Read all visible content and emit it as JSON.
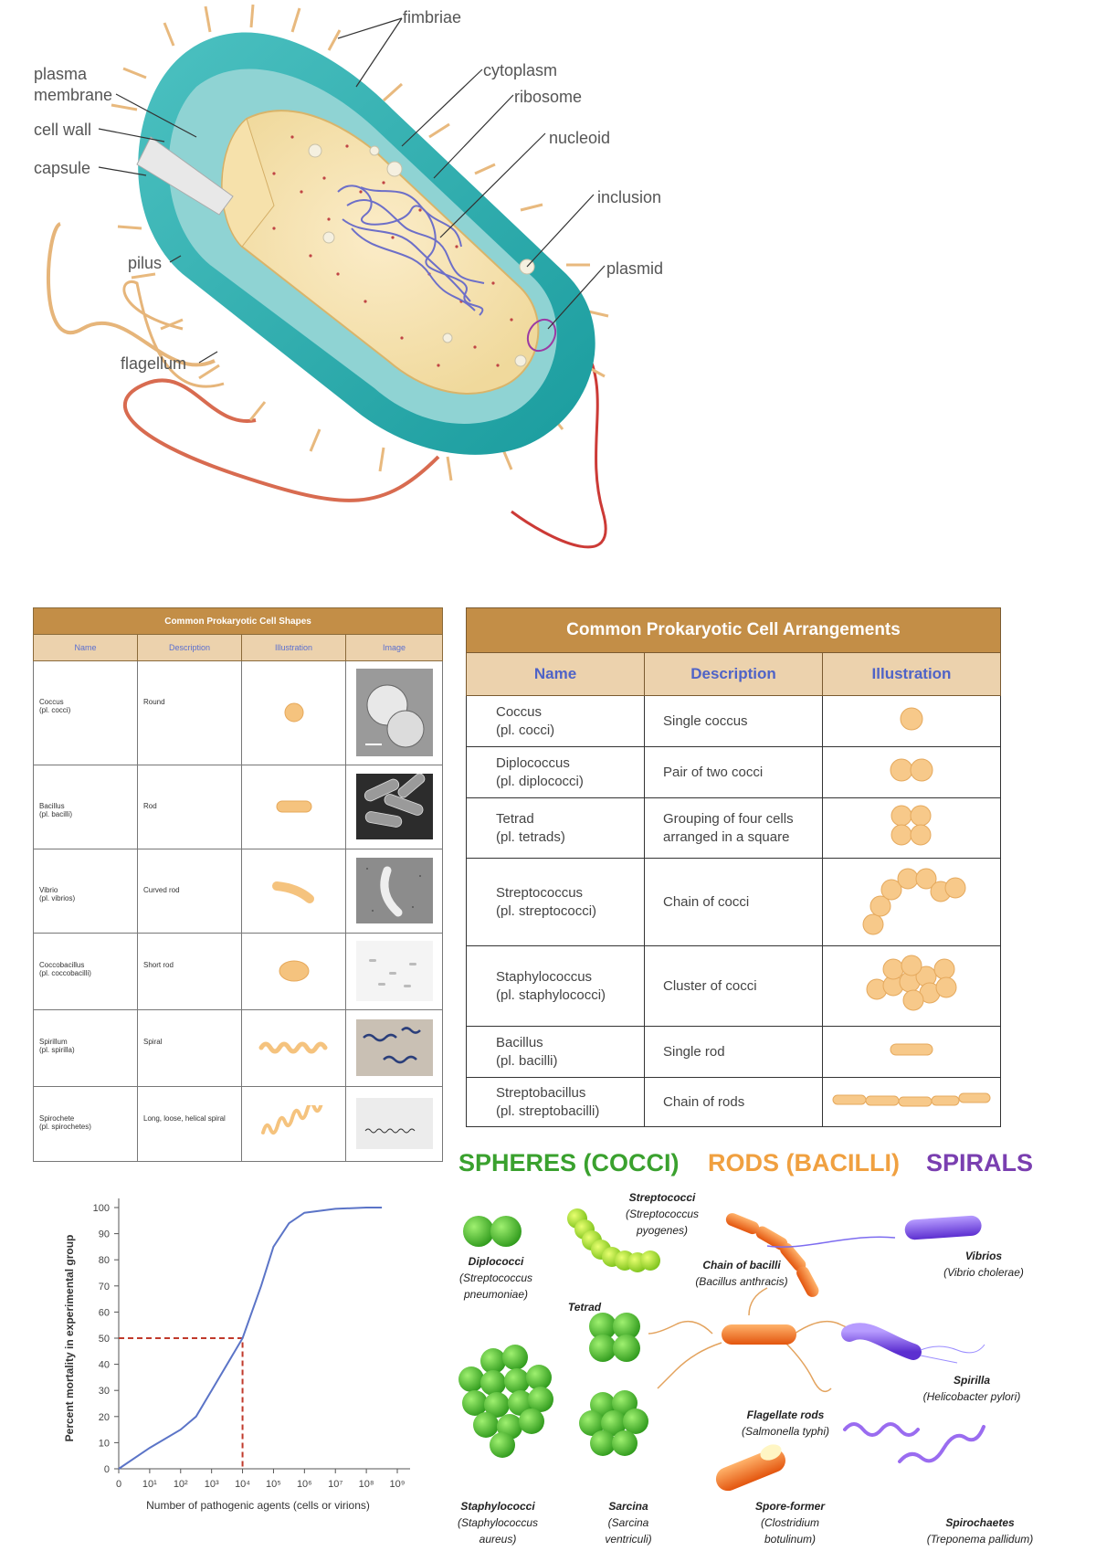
{
  "cell_diagram": {
    "labels": {
      "fimbriae": "fimbriae",
      "cytoplasm": "cytoplasm",
      "ribosome": "ribosome",
      "nucleoid": "nucleoid",
      "inclusion": "inclusion",
      "plasmid": "plasmid",
      "plasma_membrane_1": "plasma",
      "plasma_membrane_2": "membrane",
      "cell_wall": "cell wall",
      "capsule": "capsule",
      "pilus": "pilus",
      "flagellum": "flagellum"
    }
  },
  "shapes_table": {
    "title": "Common Prokaryotic Cell Shapes",
    "columns": [
      "Name",
      "Description",
      "Illustration",
      "Image"
    ],
    "rows": [
      {
        "name": "Coccus",
        "plural": "(pl. cocci)",
        "description": "Round"
      },
      {
        "name": "Bacillus",
        "plural": "(pl. bacilli)",
        "description": "Rod"
      },
      {
        "name": "Vibrio",
        "plural": "(pl. vibrios)",
        "description": "Curved rod"
      },
      {
        "name": "Coccobacillus",
        "plural": "(pl. coccobacilli)",
        "description": "Short rod"
      },
      {
        "name": "Spirillum",
        "plural": "(pl. spirilla)",
        "description": "Spiral"
      },
      {
        "name": "Spirochete",
        "plural": "(pl. spirochetes)",
        "description": "Long, loose, helical spiral"
      }
    ]
  },
  "arrangements_table": {
    "title": "Common Prokaryotic Cell Arrangements",
    "columns": [
      "Name",
      "Description",
      "Illustration"
    ],
    "rows": [
      {
        "name": "Coccus",
        "plural": "(pl. cocci)",
        "description": "Single coccus"
      },
      {
        "name": "Diplococcus",
        "plural": "(pl. diplococci)",
        "description": "Pair of two cocci"
      },
      {
        "name": "Tetrad",
        "plural": "(pl. tetrads)",
        "description": "Grouping of four cells arranged in a square"
      },
      {
        "name": "Streptococcus",
        "plural": "(pl. streptococci)",
        "description": "Chain of cocci"
      },
      {
        "name": "Staphylococcus",
        "plural": "(pl. staphylococci)",
        "description": "Cluster of cocci"
      },
      {
        "name": "Bacillus",
        "plural": "(pl. bacilli)",
        "description": "Single rod"
      },
      {
        "name": "Streptobacillus",
        "plural": "(pl. streptobacilli)",
        "description": "Chain of rods"
      }
    ]
  },
  "chart_data": {
    "type": "line",
    "ylabel": "Percent mortality in experimental group",
    "xlabel": "Number of pathogenic agents (cells or virions)",
    "x_tick_labels": [
      "0",
      "10¹",
      "10²",
      "10³",
      "10⁴",
      "10⁵",
      "10⁶",
      "10⁷",
      "10⁸",
      "10⁹"
    ],
    "y_ticks": [
      0,
      10,
      20,
      30,
      40,
      50,
      60,
      70,
      80,
      90,
      100
    ],
    "ylim": [
      0,
      100
    ],
    "x_log_exponent_range": [
      0,
      9
    ],
    "series": [
      {
        "x_log_exponent": [
          0,
          1,
          2,
          2.5,
          3,
          4,
          4.6,
          5,
          5.5,
          6,
          7,
          8,
          8.5
        ],
        "y": [
          0,
          8,
          15,
          20,
          30,
          50,
          70,
          85,
          94,
          98,
          99.5,
          100,
          100
        ]
      }
    ],
    "reference": {
      "x_log_exponent": 4,
      "y": 50
    }
  },
  "morphology": {
    "headers": {
      "cocci": {
        "text": "SPHERES (COCCI)",
        "color": "#3aa12e"
      },
      "bacilli": {
        "text": "RODS (BACILLI)",
        "color": "#f0a040"
      },
      "spirals": {
        "text": "SPIRALS",
        "color": "#7a3fb0"
      }
    },
    "labels": {
      "streptococci_name": "Streptococci",
      "streptococci_sp": "(Streptococcus pyogenes)",
      "diplococci_name": "Diplococci",
      "diplococci_sp": "(Streptococcus pneumoniae)",
      "tetrad_name": "Tetrad",
      "staphylococci_name": "Staphylococci",
      "staphylococci_sp": "(Staphylococcus aureus)",
      "sarcina_name": "Sarcina",
      "sarcina_sp": "(Sarcina ventriculi)",
      "chain_bacilli_name": "Chain of bacilli",
      "chain_bacilli_sp": "(Bacillus anthracis)",
      "flagellate_name": "Flagellate rods",
      "flagellate_sp": "(Salmonella typhi)",
      "spore_name": "Spore-former",
      "spore_sp": "(Clostridium botulinum)",
      "vibrios_name": "Vibrios",
      "vibrios_sp": "(Vibrio cholerae)",
      "spirilla_name": "Spirilla",
      "spirilla_sp": "(Helicobacter pylori)",
      "spirochaetes_name": "Spirochaetes",
      "spirochaetes_sp": "(Treponema pallidum)"
    }
  }
}
